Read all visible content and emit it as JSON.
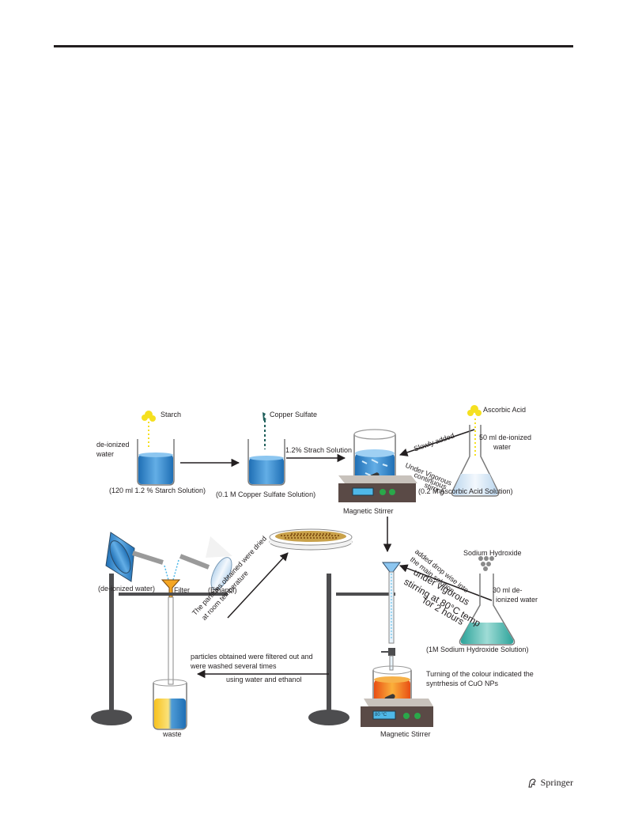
{
  "figure": {
    "step1": {
      "reagent": "Starch",
      "water_label": "de-ionized\nwater",
      "solution": "(120 ml 1.2 % Starch Solution)"
    },
    "step2": {
      "reagent": "Copper Sulfate",
      "solution": "(0.1 M Copper Sulfate Solution)",
      "arrow_label": "1.2% Strach Solution"
    },
    "step3": {
      "device": "Magnetic Stirrer",
      "slowly_added": "Slowly added",
      "vigorous_1": "Under Vigorous",
      "vigorous_2": "continuous",
      "vigorous_3": "stirring"
    },
    "step4": {
      "reagent": "Ascorbic Acid",
      "water_1": "50 ml de-ionized",
      "water_2": "water",
      "solution": "(0.2 M Ascorbic Acid Solution)"
    },
    "step5": {
      "reagent": "Sodium Hydroxide",
      "water_1": "30 ml de-",
      "water_2": "ionized water",
      "solution": "(1M Sodium Hydroxide Solution)",
      "drop_1": "added drop wise into",
      "drop_2": "the main solution",
      "big_1": "under vigorous",
      "big_2": "stirring at 80°C temp",
      "big_3": "for 2 hours"
    },
    "step6": {
      "colour_1": "Turning of the colour indicated the",
      "colour_2": "syntrhesis of CuO NPs",
      "device": "Magnetic Stirrer",
      "display": "80 °C"
    },
    "step7": {
      "filter_1": "particles obtained were filtered out and",
      "filter_2": "were washed several times",
      "filter_3": "using water and ethanol",
      "water": "(de-ionized water)",
      "filter": "Filter",
      "ethanol": "(Ethanol)",
      "waste": "waste"
    },
    "step8": {
      "dried_1": "The particles obtained were dried",
      "dried_2": "at room temperature"
    }
  },
  "footer": {
    "publisher": "Springer"
  },
  "colors": {
    "blue_solution": "#3d8fd1",
    "yellow_reagent": "#f5e01f",
    "orange_solution": "#f07f1a",
    "stirrer_body": "#5a4a46",
    "stand": "#4d4d4f"
  }
}
